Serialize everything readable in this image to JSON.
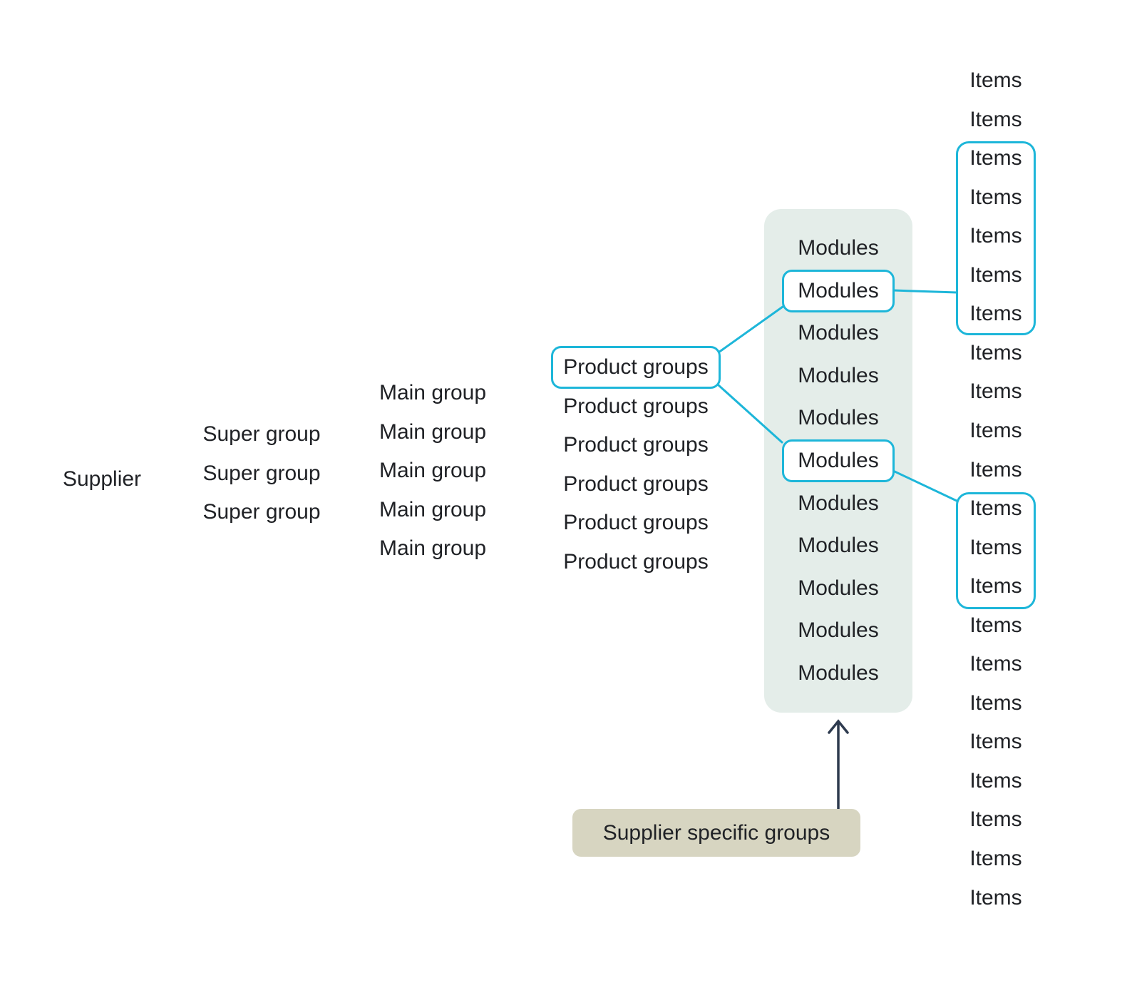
{
  "diagram": {
    "type": "hierarchy",
    "columns": [
      {
        "id": "supplier",
        "label": "Supplier",
        "count": 1
      },
      {
        "id": "super_group",
        "label": "Super group",
        "count": 3
      },
      {
        "id": "main_group",
        "label": "Main group",
        "count": 5
      },
      {
        "id": "product_groups",
        "label": "Product groups",
        "count": 6,
        "highlighted_rows": [
          0
        ]
      },
      {
        "id": "modules",
        "label": "Modules",
        "count": 11,
        "highlighted_rows": [
          1,
          5
        ],
        "has_panel": true
      },
      {
        "id": "items",
        "label": "Items",
        "count": 22,
        "grouped_rows": [
          [
            2,
            6
          ],
          [
            11,
            13
          ]
        ]
      }
    ],
    "annotation": {
      "label": "Supplier specific groups",
      "target": "modules"
    },
    "colors": {
      "accent": "#1db6d9",
      "panel_bg": "#e4ede9",
      "annotation_bg": "#d7d5c1",
      "arrow": "#2e3b4f",
      "text": "#202226",
      "box_fill": "#ffffff"
    }
  }
}
